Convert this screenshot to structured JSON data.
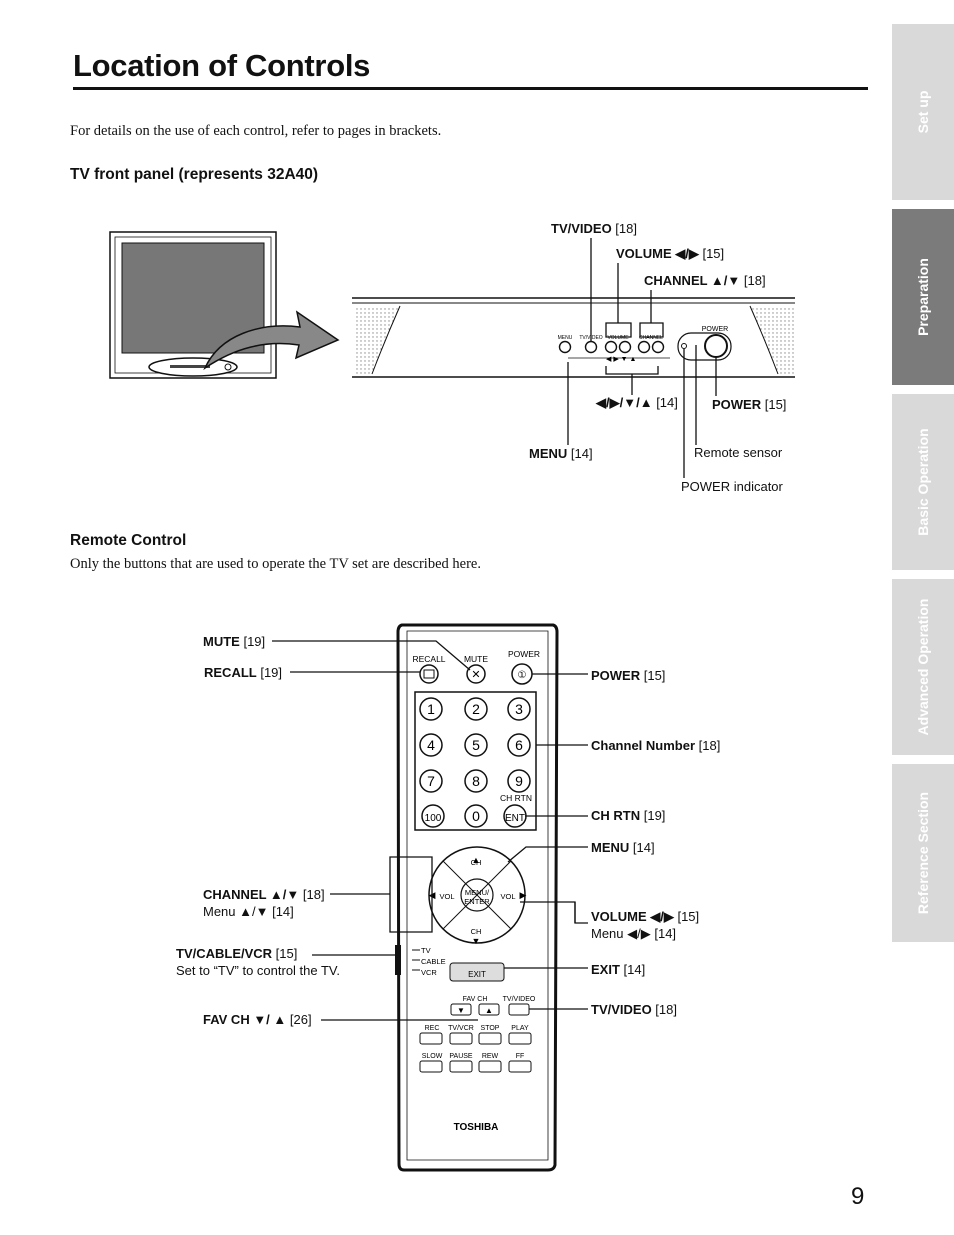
{
  "page": {
    "title": "Location of Controls",
    "intro": "For details on the use of each control, refer to pages in brackets.",
    "number": "9"
  },
  "side_tabs": [
    {
      "label": "Set up",
      "active": false
    },
    {
      "label": "Preparation",
      "active": true
    },
    {
      "label": "Basic Operation",
      "active": false
    },
    {
      "label": "Advanced Operation",
      "active": false
    },
    {
      "label": "Reference Section",
      "active": false
    }
  ],
  "front_panel": {
    "heading": "TV front panel (represents 32A40)",
    "panel_text": {
      "menu": "MENU",
      "tv_video": "TV/VIDEO",
      "volume": "VOLUME",
      "channel": "CHANNEL",
      "power": "POWER"
    },
    "labels": {
      "tv_video": {
        "name": "TV/VIDEO",
        "ref": " [18]"
      },
      "volume": {
        "name": "VOLUME ◀/▶",
        "ref": " [15]"
      },
      "channel": {
        "name": "CHANNEL ▲/▼",
        "ref": " [18]"
      },
      "arrows": {
        "name": "◀/▶/▼/▲",
        "ref": " [14]"
      },
      "power": {
        "name": "POWER",
        "ref": " [15]"
      },
      "menu": {
        "name": "MENU",
        "ref": " [14]"
      },
      "remote_sensor": "Remote sensor",
      "power_indicator": "POWER indicator"
    }
  },
  "remote": {
    "heading": "Remote Control",
    "note": "Only the buttons that are used to operate the TV set are described here.",
    "brand": "TOSHIBA",
    "button_text": {
      "recall": "RECALL",
      "mute": "MUTE",
      "power": "POWER",
      "digits": [
        "1",
        "2",
        "3",
        "4",
        "5",
        "6",
        "7",
        "8",
        "9"
      ],
      "hundred": "100",
      "zero": "0",
      "ent": "ENT",
      "ch_rtn": "CH RTN",
      "ch": "CH",
      "vol": "VOL",
      "menu_enter_1": "MENU/",
      "menu_enter_2": "ENTER",
      "switch_tv": "TV",
      "switch_cable": "CABLE",
      "switch_vcr": "VCR",
      "exit": "EXIT",
      "fav_ch": "FAV CH",
      "tv_video": "TV/VIDEO",
      "rec": "REC",
      "tv_vcr": "TV/VCR",
      "stop": "STOP",
      "play": "PLAY",
      "slow": "SLOW",
      "pause": "PAUSE",
      "rew": "REW",
      "ff": "FF"
    },
    "labels": {
      "mute": {
        "name": "MUTE",
        "ref": " [19]"
      },
      "recall": {
        "name": "RECALL",
        "ref": " [19]"
      },
      "power": {
        "name": "POWER",
        "ref": " [15]"
      },
      "channel_number": {
        "name": "Channel Number",
        "ref": " [18]"
      },
      "ch_rtn": {
        "name": "CH RTN",
        "ref": " [19]"
      },
      "menu": {
        "name": "MENU",
        "ref": " [14]"
      },
      "channel": {
        "name": "CHANNEL ▲/▼",
        "ref": " [18]",
        "sub": "Menu ▲/▼ [14]"
      },
      "volume": {
        "name": "VOLUME ◀/▶",
        "ref": " [15]",
        "sub": "Menu ◀/▶ [14]"
      },
      "tv_cable_vcr": {
        "name": "TV/CABLE/VCR",
        "ref": " [15]",
        "sub": "Set to “TV” to control the TV."
      },
      "exit": {
        "name": "EXIT",
        "ref": " [14]"
      },
      "fav_ch": {
        "name": "FAV CH ▼/ ▲",
        "ref": " [26]"
      },
      "tv_video": {
        "name": "TV/VIDEO",
        "ref": " [18]"
      }
    }
  }
}
